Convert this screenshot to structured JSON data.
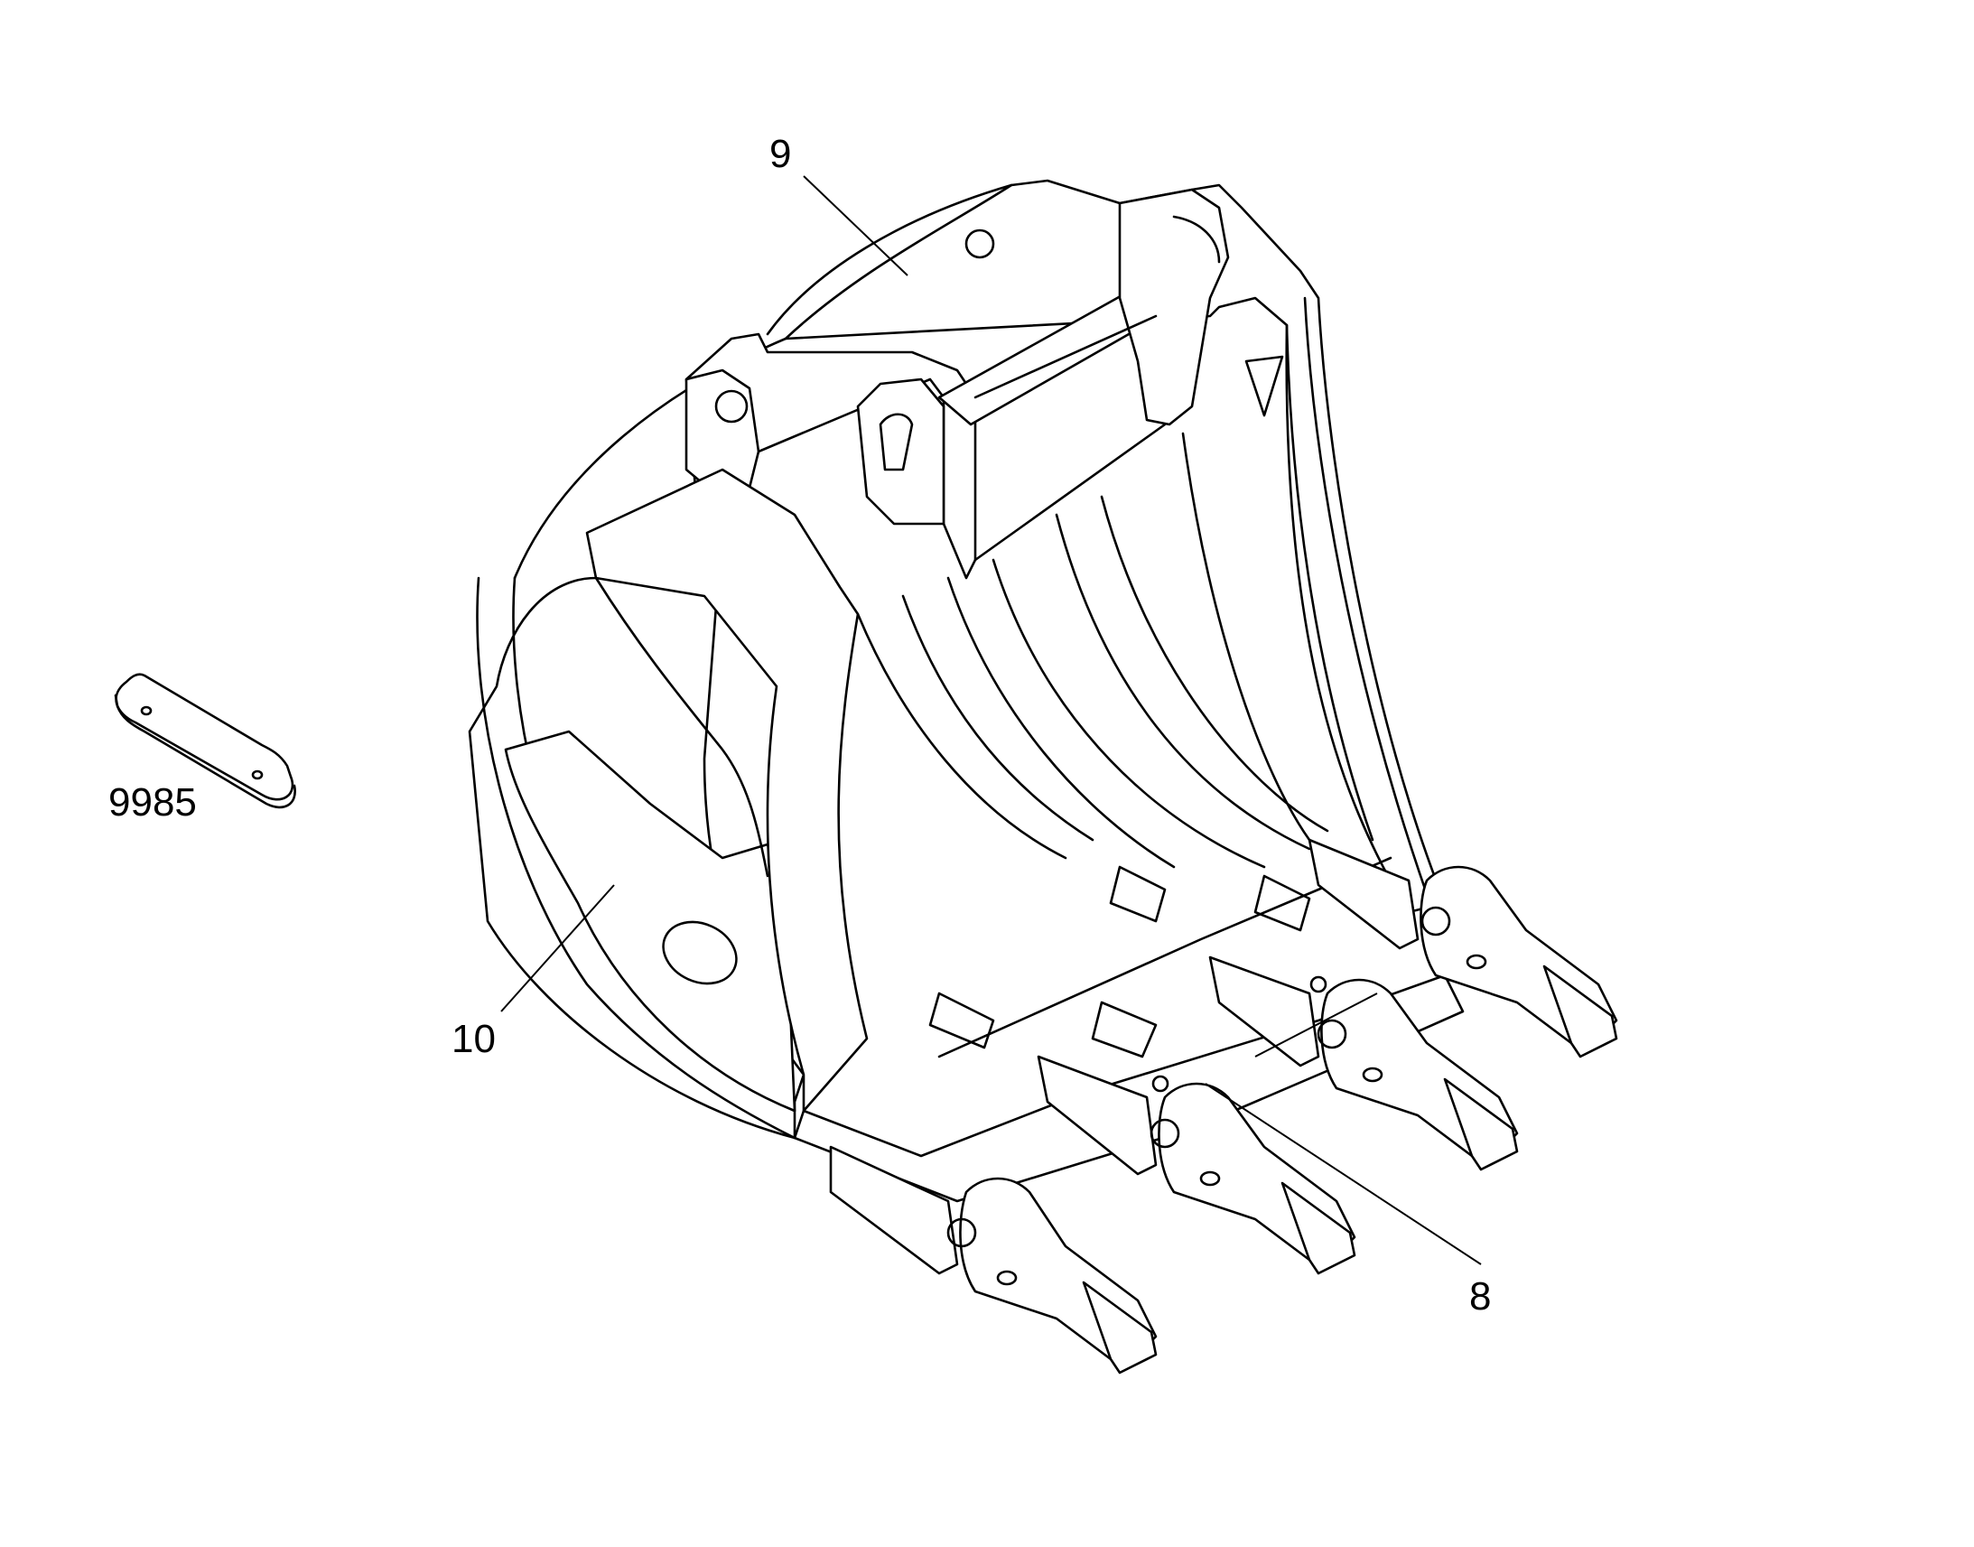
{
  "callouts": {
    "bucket_body": "9",
    "side_cutter": "10",
    "tooth_assembly": "8",
    "wear_plate": "9985"
  }
}
